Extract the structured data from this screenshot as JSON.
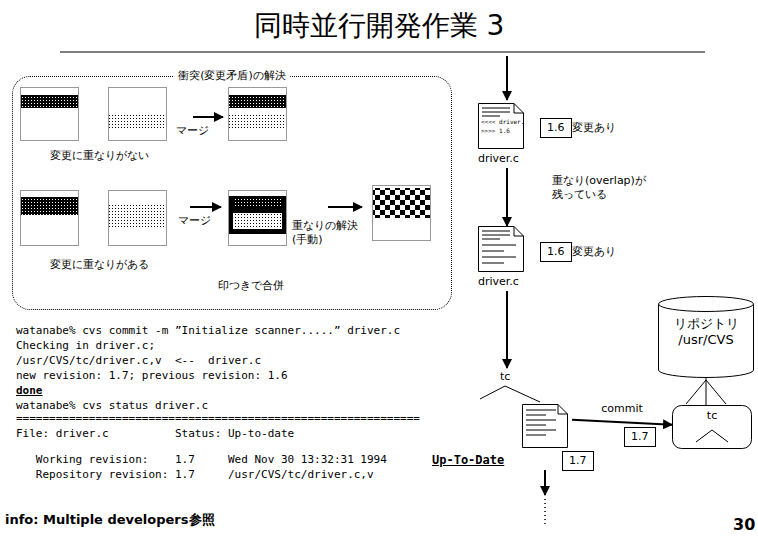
{
  "diagram": {
    "title": "同時並行開発作業 3",
    "nodes": [
      {
        "text": [
          "衝突(変更矛盾)の解決"
        ]
      },
      {
        "text": [
          "driver.c"
        ]
      },
      {
        "text": [
          "1.6"
        ]
      },
      {
        "text": [
          "driver.c"
        ]
      },
      {
        "text": [
          "1.6"
        ]
      },
      {
        "text": [
          "リポジトリ",
          "/usr/CVS"
        ]
      },
      {
        "text": [
          "tc"
        ]
      },
      {
        "text": [
          "1.7"
        ]
      },
      {
        "text": [
          "tc"
        ]
      },
      {
        "text": [
          "1.7"
        ]
      }
    ],
    "edges": [
      {
        "from": 1,
        "to": 3,
        "arrow": "to"
      },
      {
        "from": 3,
        "to": 6,
        "arrow": "to"
      },
      {
        "from": 6,
        "to": 8,
        "label": "commit",
        "arrow": "to"
      },
      {
        "from": 5,
        "to": 8,
        "arrow": "none"
      }
    ],
    "labels": [
      "マージ",
      "変更に重なりがない",
      "マージ",
      "重なりの解決 (手動)",
      "変更に重なりがある",
      "印つきで合併",
      "<<<< driver.",
      ">>>> 1.6",
      "変更あり",
      "重なり(overlap)が 残っている",
      "変更あり",
      "Up-To-Date",
      "watanabe% cvs commit -m ”Initialize scanner.....” driver.c",
      "Checking in driver.c;",
      "/usr/CVS/tc/driver.c,v  <--  driver.c",
      "new revision: 1.7; previous revision: 1.6",
      "done",
      "watanabe% cvs status driver.c",
      "=============================================================",
      "File: driver.c          Status: Up-to-date",
      "   Working revision:    1.7     Wed Nov 30 13:32:31 1994",
      "   Repository revision: 1.7     /usr/CVS/tc/driver.c,v",
      "info: Multiple developers参照",
      "30"
    ]
  }
}
